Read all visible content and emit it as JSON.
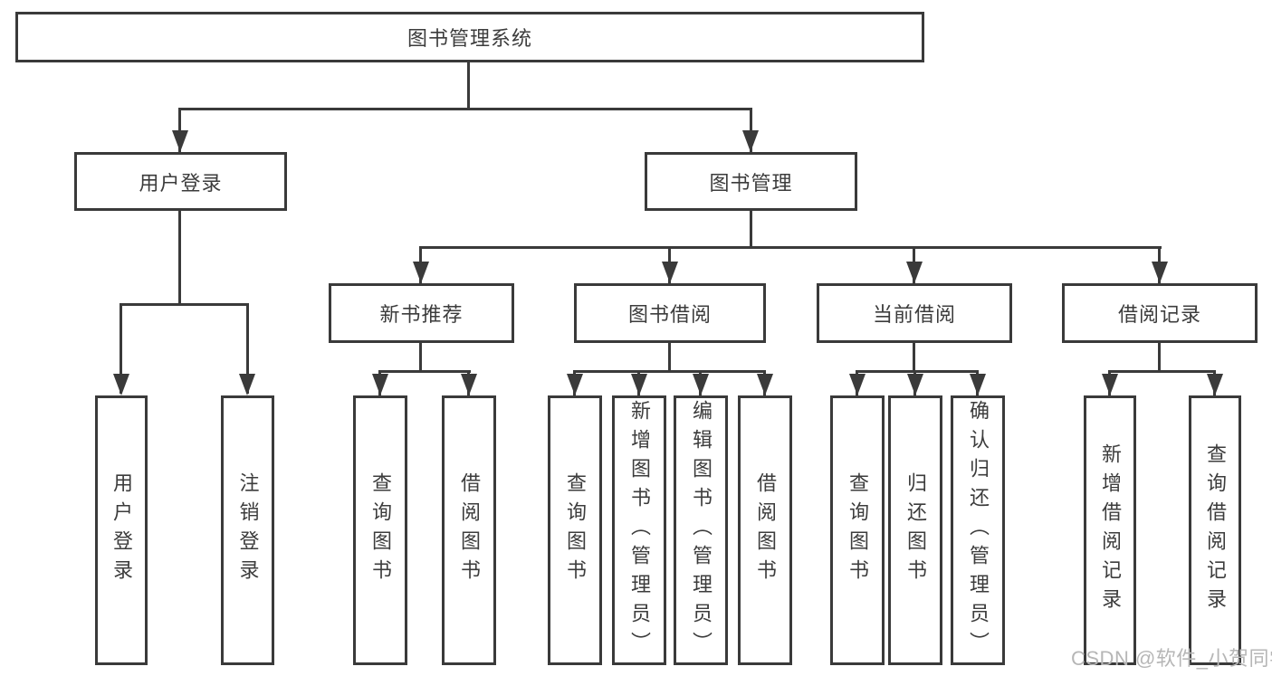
{
  "nodes": {
    "root": "图书管理系统",
    "user_login": "用户登录",
    "book_mgmt": "图书管理",
    "new_rec": "新书推荐",
    "book_borrow": "图书借阅",
    "cur_borrow": "当前借阅",
    "borrow_records": "借阅记录",
    "leaf_user_login": "用户登录",
    "leaf_logout": "注销登录",
    "leaf_rec_query": "查询图书",
    "leaf_rec_borrow": "借阅图书",
    "leaf_bb_query": "查询图书",
    "leaf_bb_add": "新增图书（管理员）",
    "leaf_bb_edit": "编辑图书（管理员）",
    "leaf_bb_borrow": "借阅图书",
    "leaf_cb_query": "查询图书",
    "leaf_cb_return": "归还图书",
    "leaf_cb_confirm": "确认归还（管理员）",
    "leaf_br_add": "新增借阅记录",
    "leaf_br_query": "查询借阅记录"
  },
  "watermark": {
    "text": "CSDN @软件_小贺同学"
  }
}
